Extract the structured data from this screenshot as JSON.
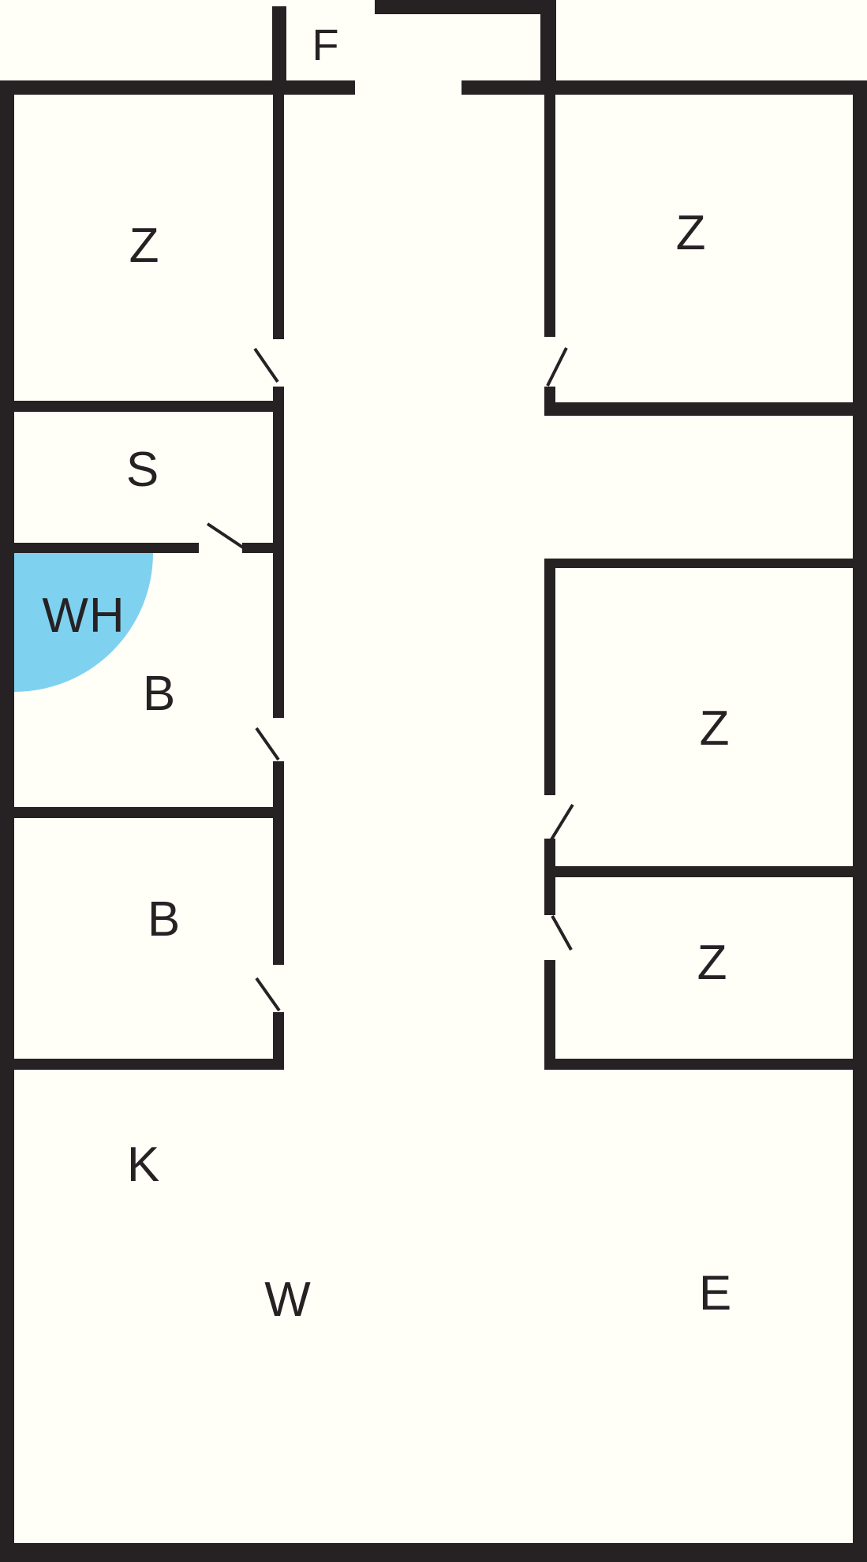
{
  "title": "Floor plan",
  "colors": {
    "wall": "#262223",
    "floor": "#FFFFF8",
    "water_heater_fill": "#7FD1F0",
    "label_text": "#262223"
  },
  "rooms": {
    "f": {
      "label": "F"
    },
    "z_top_left": {
      "label": "Z"
    },
    "z_top_right": {
      "label": "Z"
    },
    "s": {
      "label": "S"
    },
    "wh": {
      "label": "WH"
    },
    "b_upper": {
      "label": "B"
    },
    "z_mid_right": {
      "label": "Z"
    },
    "b_lower": {
      "label": "B"
    },
    "z_small_right": {
      "label": "Z"
    },
    "k": {
      "label": "K"
    },
    "w": {
      "label": "W"
    },
    "e": {
      "label": "E"
    }
  }
}
